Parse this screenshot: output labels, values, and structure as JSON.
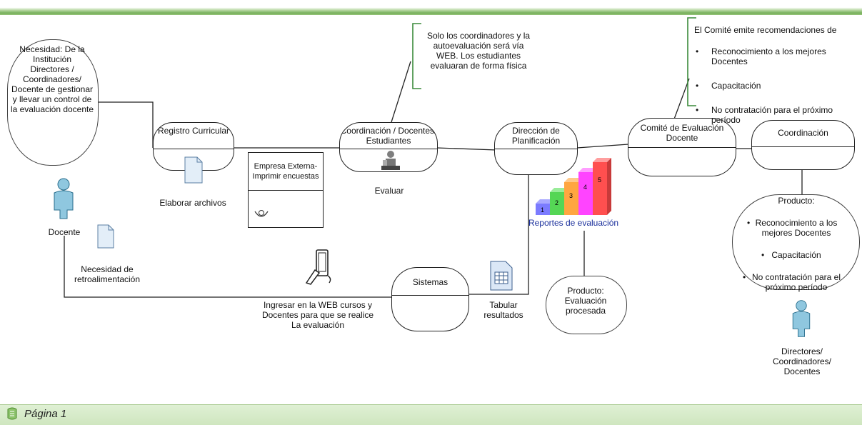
{
  "diagram": {
    "need_text": "Necesidad: De la\nInstitución\nDirectores /\nCoordinadores/\nDocente de gestionar\ny llevar un control de\nla evaluación docente",
    "docente_label": "Docente",
    "necesidad_retro": "Necesidad de\nretroalimentación",
    "registro": "Registro\nCurricular",
    "elaborar": "Elaborar archivos",
    "empresa": "Empresa Externa-\nImprimir encuestas",
    "coordinacion_ds": "Coordinación /\nDocentes/ Estudiantes",
    "evaluar": "Evaluar",
    "note_top": "Solo los coordinadores y la\nautoevaluación será vía\nWEB. Los estudiantes\nevaluaran de forma física",
    "direccion": "Dirección de\nPlanificación",
    "reportes": "Reportes de evaluación",
    "stairs_numbers": [
      "1",
      "2",
      "3",
      "4",
      "5"
    ],
    "comite": "Comité de Evaluación\nDocente",
    "comite_note_title": "El Comité emite recomendaciones de",
    "comite_note_items": [
      "Reconocimiento a los mejores\nDocentes",
      "Capacitación",
      "No contratación para el próximo\nperíodo"
    ],
    "coordinacion_right": "Coordinación",
    "producto_right_title": "Producto:",
    "producto_right_items": [
      "Reconocimiento a los\nmejores Docentes",
      "Capacitación",
      "No contratación para el\npróximo período"
    ],
    "directores": "Directores/\nCoordinadores/\nDocentes",
    "sistemas": "Sistemas",
    "ingresar": "Ingresar en la WEB cursos y\nDocentes para que se realice\nLa evaluación",
    "tabular": "Tabular\nresultados",
    "producto_eval": "Producto:\nEvaluación\nprocesada"
  },
  "footer": {
    "page_label": "Página 1"
  },
  "colors": {
    "accent_green": "#6aa84f",
    "stair_blue": "#7b7bff",
    "stair_green": "#55d655",
    "stair_orange": "#ffa640",
    "stair_magenta": "#ff44ff",
    "stair_red": "#ff4f4f"
  }
}
